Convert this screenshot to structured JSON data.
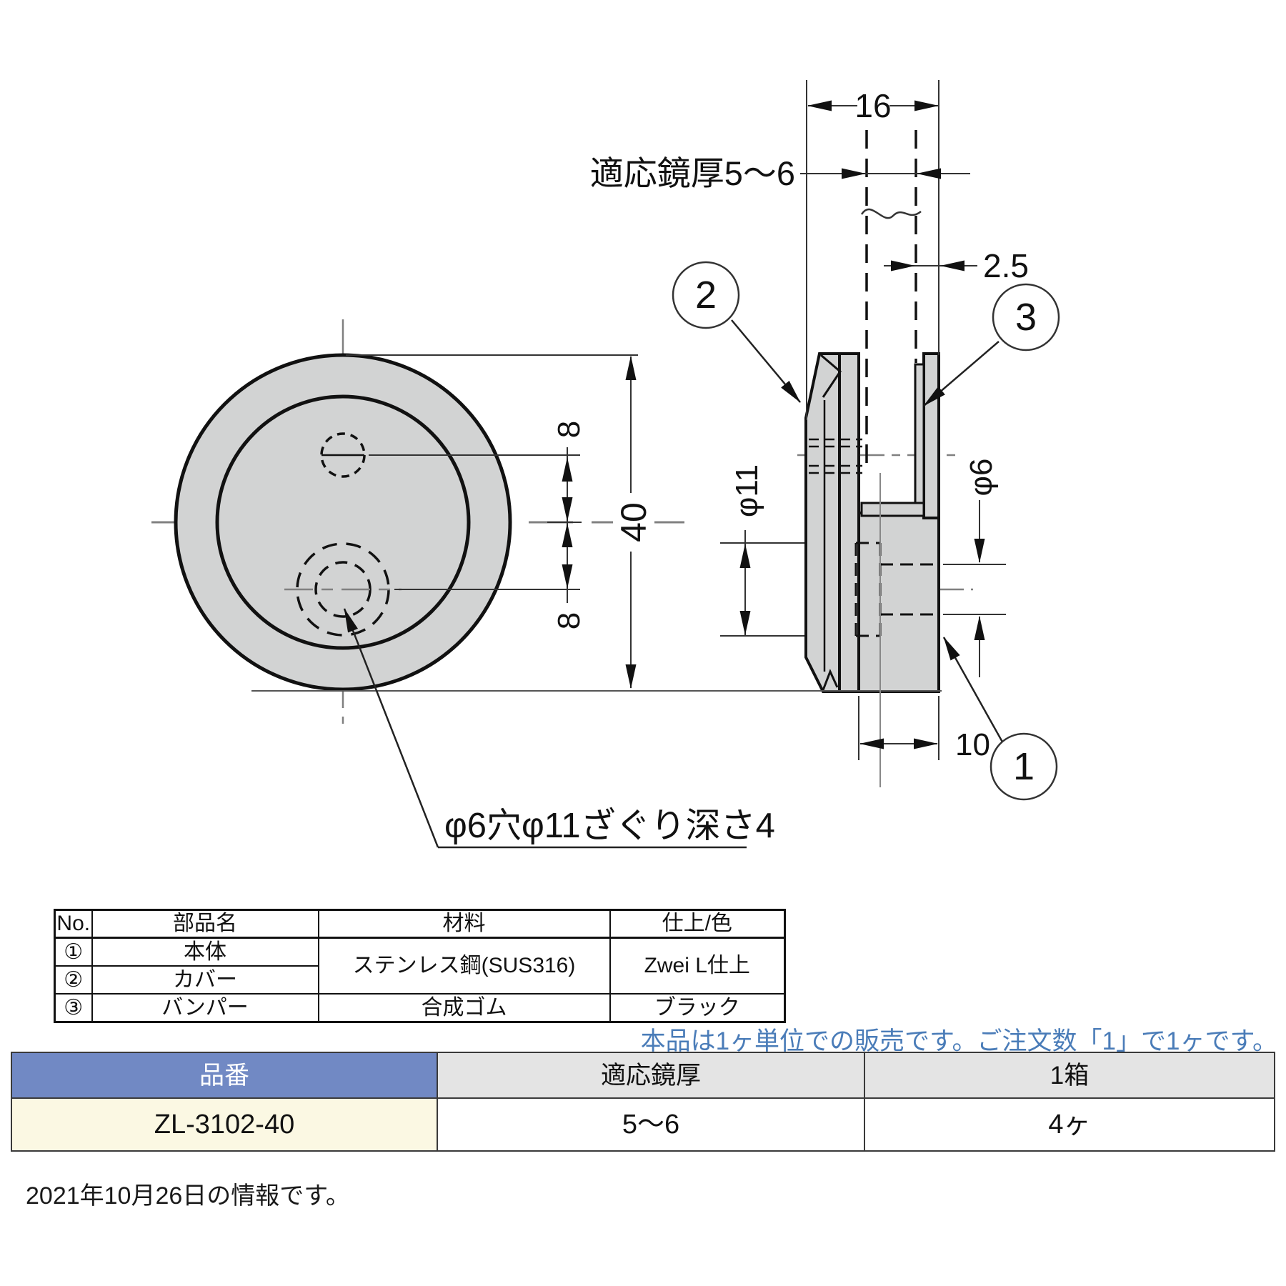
{
  "colors": {
    "line": "#111111",
    "metal_fill": "#d2d3d3",
    "centerline": "#808080",
    "note_blue": "#4a7cb8",
    "product_header_blue": "#7189c4",
    "product_header_gray": "#e4e4e4",
    "product_row_cream": "#fbf8e3"
  },
  "drawing": {
    "labels": {
      "width_16": "16",
      "mirror_thickness": "適応鏡厚5～6",
      "offset_2_5": "2.5",
      "hole_offset_top": "8",
      "hole_offset_bottom": "8",
      "diameter_40": "40",
      "counterbore_dia": "φ11",
      "hole_dia": "φ6",
      "depth_10": "10",
      "annotation": "φ6穴φ11ざぐり深さ4",
      "balloon_1": "1",
      "balloon_2": "2",
      "balloon_3": "3"
    }
  },
  "parts_table": {
    "headers": [
      "No.",
      "部品名",
      "材料",
      "仕上/色"
    ],
    "rows": [
      {
        "no": "①",
        "name": "本体"
      },
      {
        "no": "②",
        "name": "カバー"
      },
      {
        "no": "③",
        "name": "バンパー",
        "material": "合成ゴム",
        "finish": "ブラック"
      }
    ],
    "material_1_2": "ステンレス鋼(SUS316)",
    "finish_1_2": "Zwei L仕上"
  },
  "sales_note": "本品は1ヶ単位での販売です。ご注文数「1」で1ヶです。",
  "product_table": {
    "headers": [
      "品番",
      "適応鏡厚",
      "1箱"
    ],
    "row": {
      "part_no": "ZL-3102-40",
      "mirror_thickness": "5～6",
      "per_box": "4ヶ"
    }
  },
  "footer": "2021年10月26日の情報です。"
}
